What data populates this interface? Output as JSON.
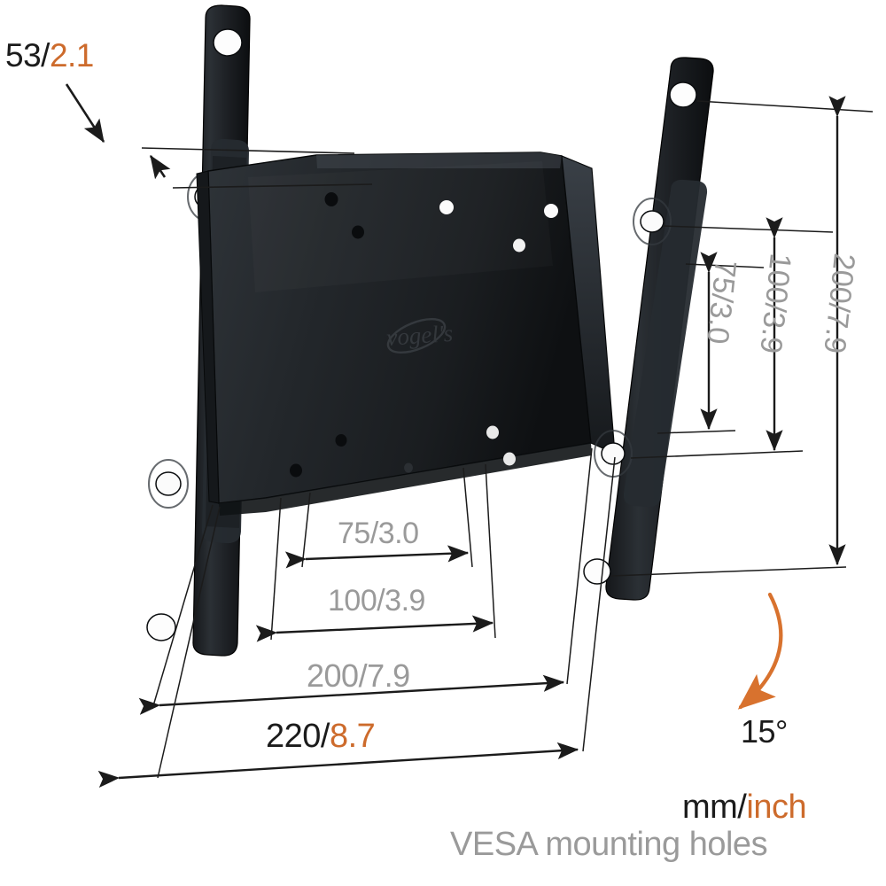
{
  "product": {
    "brand_logo_text": "vogel's",
    "description": "Tilting TV wall mount technical dimension drawing"
  },
  "colors": {
    "black": "#1b1b1b",
    "gray": "#9a9a9a",
    "orange": "#cd6b2c",
    "mount_body": "#232629",
    "background": "#ffffff"
  },
  "annotations": {
    "depth": {
      "mm": "53",
      "slash": "/",
      "inch": "2.1",
      "full": "53/2.1"
    },
    "vertical": {
      "vesa_75": "75/3.0",
      "vesa_100": "100/3.9",
      "height_200": "200/7.9"
    },
    "horizontal": {
      "vesa_75": "75/3.0",
      "vesa_100": "100/3.9",
      "vesa_200": "200/7.9",
      "width_220_mm": "220/",
      "width_220_inch": "8.7"
    },
    "tilt_angle": "15°"
  },
  "legend": {
    "units_mm": "mm/",
    "units_inch": "inch",
    "caption": "VESA mounting holes"
  },
  "chart_data": {
    "type": "table",
    "title": "VESA mounting holes",
    "units": "mm/inch",
    "rows": [
      {
        "label": "depth",
        "mm": 53,
        "inch": 2.1,
        "orientation": "diagonal-callout"
      },
      {
        "label": "vesa vertical small",
        "mm": 75,
        "inch": 3.0,
        "orientation": "vertical"
      },
      {
        "label": "vesa vertical large",
        "mm": 100,
        "inch": 3.9,
        "orientation": "vertical"
      },
      {
        "label": "overall height",
        "mm": 200,
        "inch": 7.9,
        "orientation": "vertical"
      },
      {
        "label": "vesa horizontal small",
        "mm": 75,
        "inch": 3.0,
        "orientation": "horizontal"
      },
      {
        "label": "vesa horizontal medium",
        "mm": 100,
        "inch": 3.9,
        "orientation": "horizontal"
      },
      {
        "label": "vesa horizontal large",
        "mm": 200,
        "inch": 7.9,
        "orientation": "horizontal"
      },
      {
        "label": "overall width",
        "mm": 220,
        "inch": 8.7,
        "orientation": "horizontal"
      },
      {
        "label": "tilt angle",
        "degrees": 15,
        "orientation": "arc"
      }
    ]
  }
}
